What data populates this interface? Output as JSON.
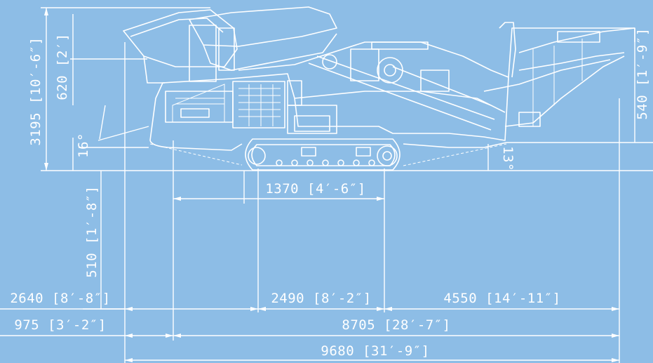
{
  "drawing": {
    "line_color": "#ffffff",
    "background_color": "#8dbde6",
    "dimensions": {
      "overall_height": "3195 [10′-6″]",
      "feed_height": "620 [2′]",
      "feed_angle": "16°",
      "ground_clearance": "510 [1′-8″]",
      "right_clearance": "540 [1′-9″]",
      "discharge_angle": "13°",
      "track_length": "1370 [4′-6″]",
      "left_length": "2640 [8′-8″]",
      "middle_length": "2490 [8′-2″]",
      "right_length": "4550 [14′-11″]",
      "left_overhang": "975 [3′-2″]",
      "main_length": "8705 [28′-7″]",
      "overall_length": "9680 [31′-9″]"
    }
  }
}
